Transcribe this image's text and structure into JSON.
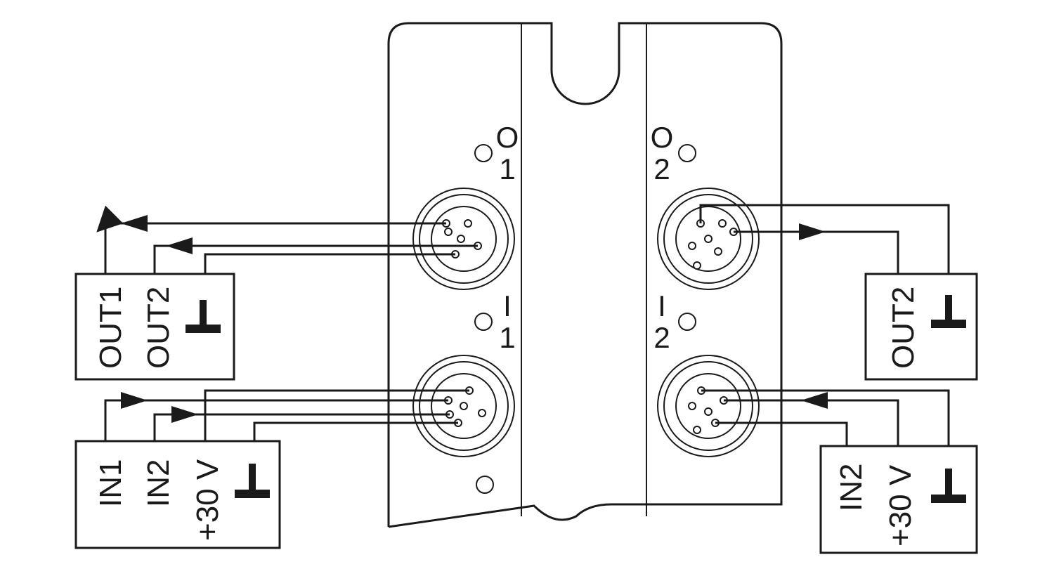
{
  "colors": {
    "line": "#1a1a1a",
    "background": "#ffffff"
  },
  "ports": {
    "o1": {
      "letter": "O",
      "number": "1"
    },
    "o2": {
      "letter": "O",
      "number": "2"
    },
    "i1": {
      "letter": "I",
      "number": "1"
    },
    "i2": {
      "letter": "I",
      "number": "2"
    }
  },
  "boxes": {
    "out_left": {
      "labels": [
        "OUT1",
        "OUT2"
      ],
      "icon": "ground-icon"
    },
    "out_right": {
      "labels": [
        "OUT2"
      ],
      "icon": "ground-icon"
    },
    "in_left": {
      "labels": [
        "IN1",
        "IN2",
        "+30 V"
      ],
      "icon": "ground-icon"
    },
    "in_right": {
      "labels": [
        "IN2",
        "+30 V"
      ],
      "icon": "ground-icon"
    }
  }
}
